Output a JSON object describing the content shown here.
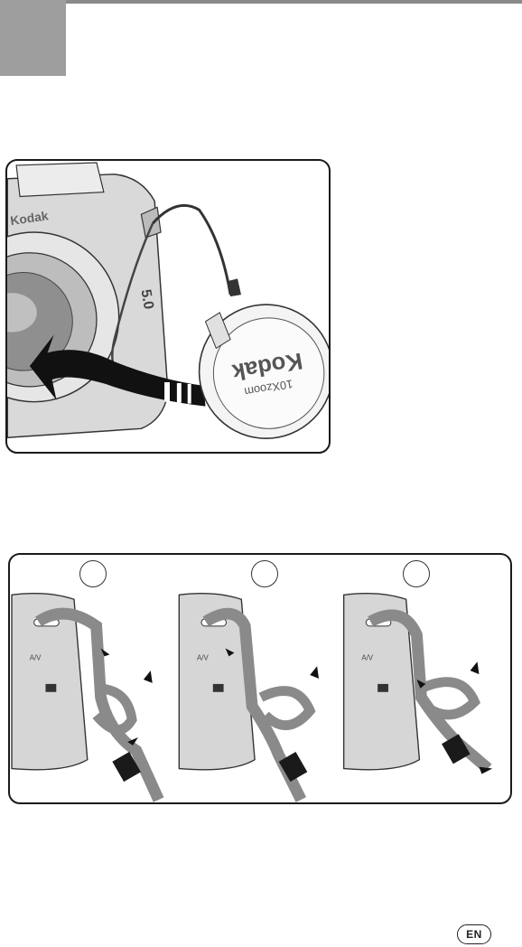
{
  "figure1": {
    "camera_brand": "Kodak",
    "camera_model_badge": "5.0",
    "cap_brand": "Kodak",
    "cap_model": "10Xzoom"
  },
  "figure2": {
    "step_count": 3,
    "panel_label": "A/V"
  },
  "footer": {
    "language_badge": "EN"
  },
  "colors": {
    "top_rule": "#8a8a8a",
    "corner_tab": "#9e9e9e",
    "outline": "#1a1a1a"
  }
}
